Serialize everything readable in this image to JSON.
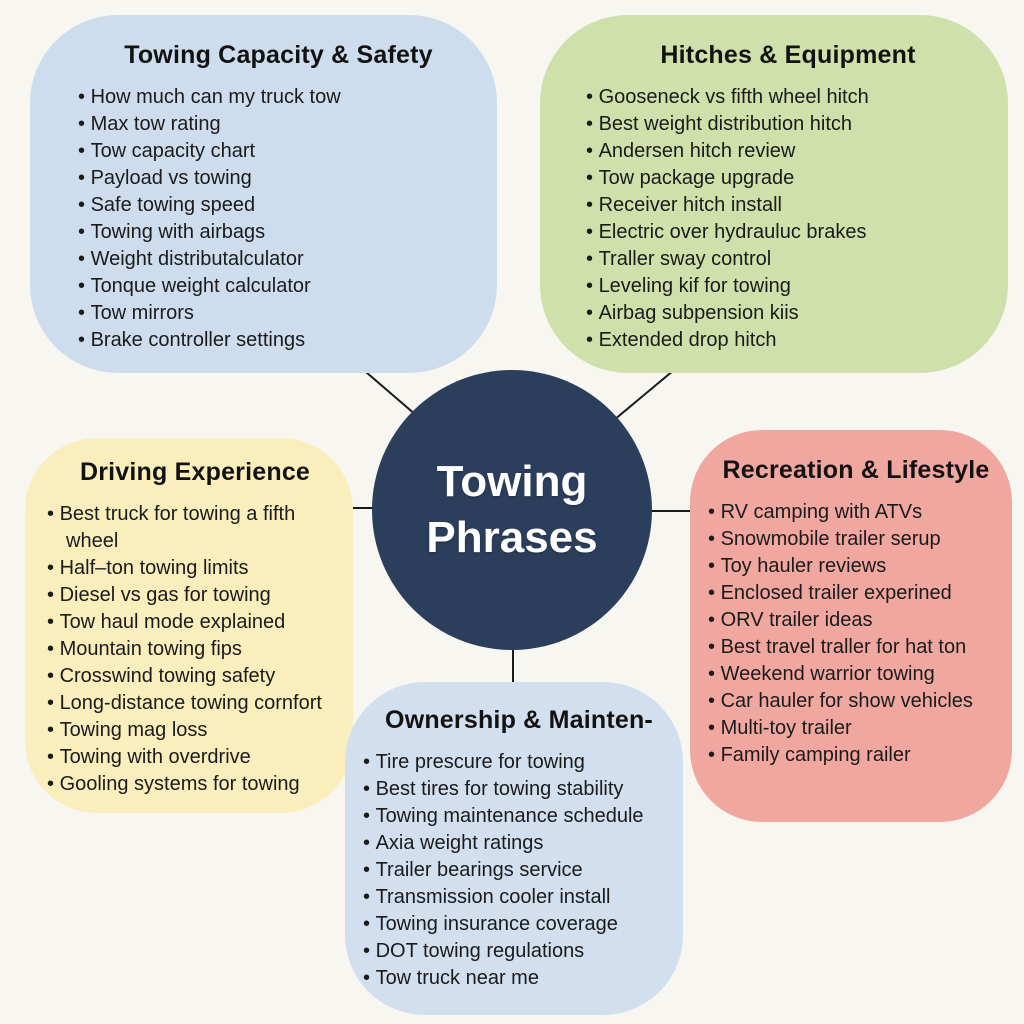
{
  "diagram_title": "Towing Phrases",
  "background_color": "#f8f6f1",
  "connector_color": "#1a1a1a",
  "center": {
    "label": "Towing\nPhrases",
    "fill_color": "#2b3e5c",
    "text_color": "#ffffff"
  },
  "boxes": [
    {
      "id": "towing-capacity-safety",
      "title": "Towing Capacity & Safety",
      "color": "#cedded",
      "items": [
        "How much can my truck tow",
        "Max tow rating",
        "Tow capacity chart",
        "Payload vs towing",
        "Safe towing speed",
        "Towing with airbags",
        "Weight distributalculator",
        "Tonque weight calculator",
        "Tow mirrors",
        "Brake controller settings"
      ]
    },
    {
      "id": "hitches-equipment",
      "title": "Hitches & Equipment",
      "color": "#cfe0aa",
      "items": [
        "Gooseneck vs fifth wheel hitch",
        "Best weight distribution hitch",
        "Andersen hitch review",
        "Tow package upgrade",
        "Receiver hitch install",
        "Electric over hydrauluc brakes",
        "Traller sway control",
        "Leveling kif for towing",
        "Airbag subpension kiis",
        "Extended drop hitch"
      ]
    },
    {
      "id": "driving-experience",
      "title": "Driving Experience",
      "color": "#faeebd",
      "items": [
        "Best truck for towing a fifth wheel",
        "Half–ton towing limits",
        "Diesel vs gas for towing",
        "Tow haul mode explained",
        "Mountain towing fips",
        "Crosswind towing safety",
        "Long-distance towing cornfort",
        "Towing mag loss",
        "Towing with overdrive",
        "Gooling systems for towing"
      ]
    },
    {
      "id": "recreation-lifestyle",
      "title": "Recreation & Lifestyle",
      "color": "#f0a7a0",
      "items": [
        "RV camping with ATVs",
        "Snowmobile trailer serup",
        "Toy hauler reviews",
        "Enclosed trailer experined",
        "ORV trailer ideas",
        "Best travel traller for hat ton",
        "Weekend warrior towing",
        "Car hauler for show vehicles",
        "Multi-toy trailer",
        "Family camping railer"
      ]
    },
    {
      "id": "ownership-maintenance",
      "title": "Ownership & Mainten-",
      "color": "#d2dfee",
      "items": [
        "Tire prescure for towing",
        "Best tires for towing stability",
        "Towing maintenance schedule",
        "Axia weight ratings",
        "Trailer bearings service",
        "Transmission cooler install",
        "Towing insurance coverage",
        "DOT towing regulations",
        "Tow truck near me"
      ]
    }
  ]
}
